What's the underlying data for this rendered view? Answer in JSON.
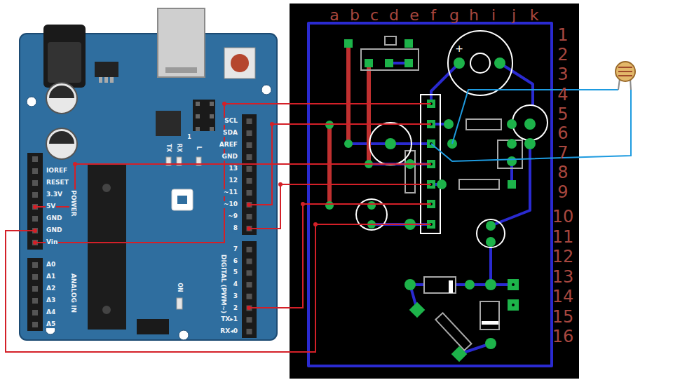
{
  "diagram": {
    "labels": [
      "a",
      "b",
      "c",
      "d",
      "e",
      "f",
      "g",
      "h",
      "i",
      "j",
      "k",
      "1",
      "2",
      "3",
      "4",
      "5",
      "6",
      "7",
      "8",
      "9",
      "10",
      "11",
      "12",
      "13",
      "14",
      "15",
      "16",
      "SCL",
      "SDA",
      "AREF",
      "GND",
      "13",
      "12",
      "~11",
      "~10",
      "~9",
      "8",
      "7",
      "6",
      "5",
      "4",
      "3",
      "2",
      "TX▸1",
      "RX◂0",
      "DIGITAL (PWM~)",
      "IOREF",
      "RESET",
      "3.3V",
      "5V",
      "GND",
      "GND",
      "Vin",
      "POWER",
      "A0",
      "A1",
      "A2",
      "A3",
      "A4",
      "A5",
      "ANALOG IN",
      "TX",
      "RX",
      "L",
      "1",
      "ON",
      "+"
    ]
  }
}
